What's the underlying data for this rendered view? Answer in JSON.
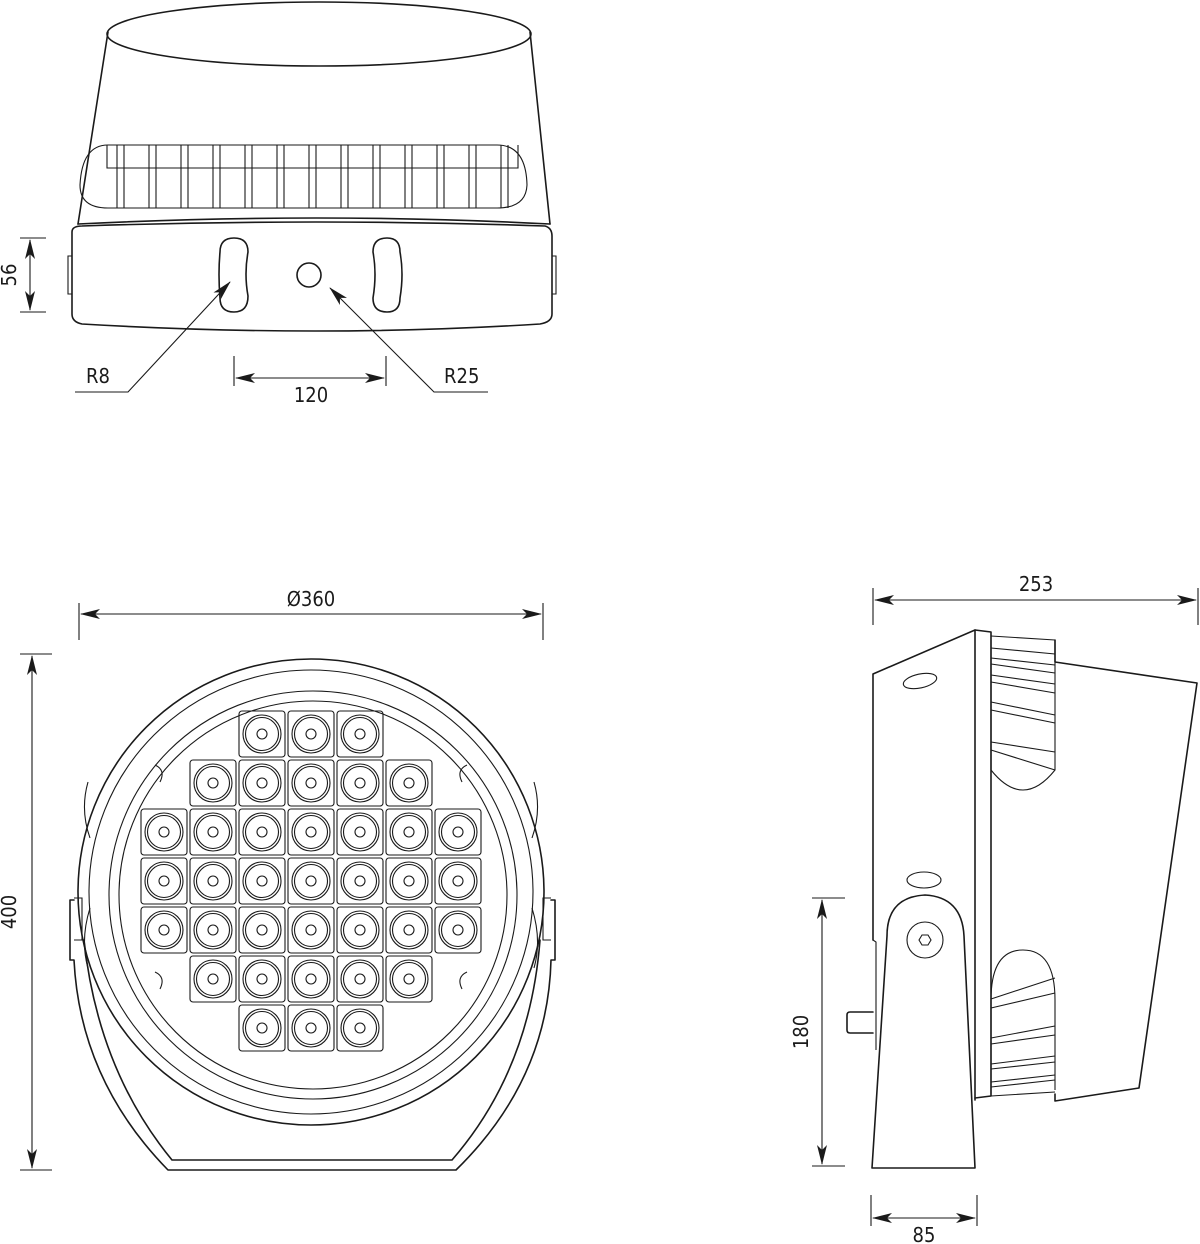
{
  "drawing": {
    "subject": "LED floodlight technical drawing",
    "stroke_color": "#1a1a1a",
    "background": "#ffffff"
  },
  "top_view": {
    "dimensions": {
      "height_label": "56",
      "spacing_label": "120",
      "slot_radius_label": "R8",
      "hole_radius_label": "R25"
    }
  },
  "front_view": {
    "dimensions": {
      "diameter_label": "Ø360",
      "height_label": "400"
    },
    "led_grid": {
      "rows": [
        3,
        5,
        7,
        7,
        7,
        5,
        3
      ],
      "total": 37
    }
  },
  "side_view": {
    "dimensions": {
      "depth_label": "253",
      "bracket_height_label": "180",
      "bracket_width_label": "85"
    }
  }
}
